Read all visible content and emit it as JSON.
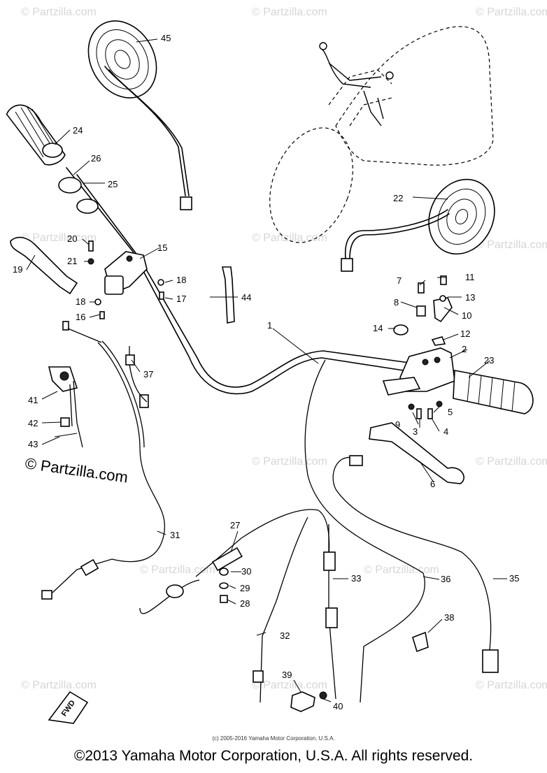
{
  "watermarks": [
    "© Partzilla.com",
    "© Partzilla.com",
    "© Partzilla.com",
    "© Partzilla.com",
    "© Partzilla.com",
    "© Partzilla.com",
    "© Partzilla.com",
    "© Partzilla.com",
    "© Partzilla.com",
    "© Partzilla.com",
    "© Partzilla.com",
    "© Partzilla.com",
    "© Partzilla.com"
  ],
  "prominent_watermark": "© Partzilla.com",
  "fwd_label": "FWD",
  "callouts": [
    "1",
    "2",
    "3",
    "4",
    "5",
    "6",
    "7",
    "8",
    "9",
    "10",
    "11",
    "12",
    "13",
    "14",
    "15",
    "16",
    "17",
    "18",
    "18",
    "19",
    "20",
    "21",
    "22",
    "23",
    "24",
    "25",
    "26",
    "27",
    "28",
    "29",
    "30",
    "31",
    "32",
    "33",
    "35",
    "36",
    "37",
    "38",
    "39",
    "40",
    "41",
    "42",
    "43",
    "44",
    "45"
  ],
  "small_copyright": "(c) 2005-2016 Yamaha Motor Corporation, U.S.A.",
  "main_copyright": "©2013 Yamaha Motor Corporation, U.S.A. All rights reserved."
}
